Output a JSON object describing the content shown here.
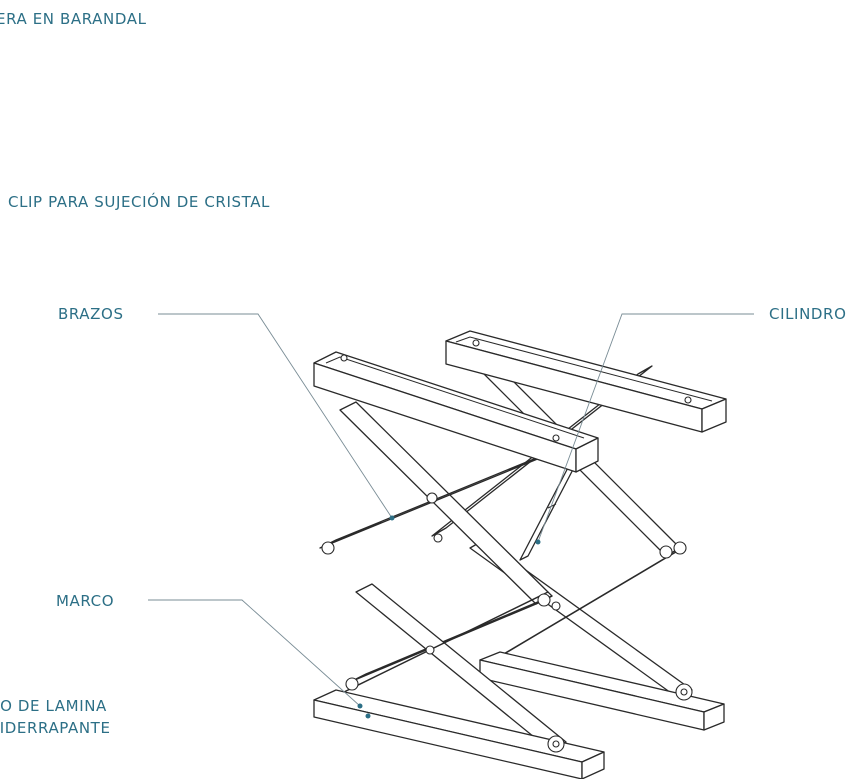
{
  "labels": {
    "top": "ERA EN BARANDAL",
    "clip": "CLIP PARA SUJECIÓN DE CRISTAL",
    "brazos": "BRAZOS",
    "cilindro": "CILINDRO",
    "marco": "MARCO",
    "piso_line1": "SO DE LAMINA",
    "piso_line2": "TIDERRAPANTE"
  },
  "colors": {
    "label_text": "#2c6f86",
    "line": "#2a2a2a",
    "leader": "#7a8d96"
  }
}
